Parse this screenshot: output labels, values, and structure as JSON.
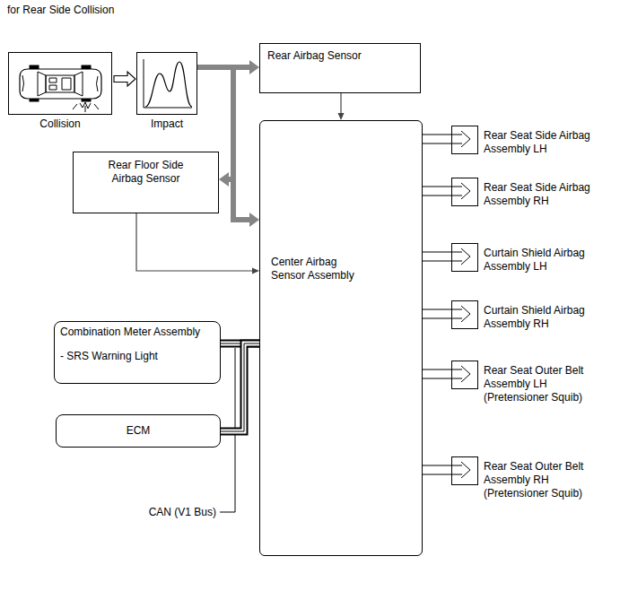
{
  "diagram": {
    "title": "for Rear Side Collision",
    "nodes": [
      {
        "text": [
          "Collision"
        ]
      },
      {
        "text": [
          "Impact"
        ]
      },
      {
        "text": [
          "Rear Airbag Sensor"
        ]
      },
      {
        "text": [
          "Rear Floor Side Airbag Sensor"
        ]
      },
      {
        "text": [
          "Center Airbag Sensor Assembly"
        ]
      },
      {
        "text": [
          "Combination Meter Assembly",
          "- SRS Warning Light"
        ]
      },
      {
        "text": [
          "ECM"
        ]
      },
      {
        "text": [
          "Rear Seat Side Airbag Assembly LH"
        ]
      },
      {
        "text": [
          "Rear Seat Side Airbag Assembly RH"
        ]
      },
      {
        "text": [
          "Curtain Shield Airbag Assembly LH"
        ]
      },
      {
        "text": [
          "Curtain Shield Airbag Assembly RH"
        ]
      },
      {
        "text": [
          "Rear Seat Outer Belt Assembly LH (Pretensioner Squib)"
        ]
      },
      {
        "text": [
          "Rear Seat Outer Belt Assembly RH (Pretensioner Squib)"
        ]
      }
    ],
    "edges": [
      {
        "from": 0,
        "to": 1,
        "arrow": "to"
      },
      {
        "from": 1,
        "to": 2,
        "arrow": "to"
      },
      {
        "from": 1,
        "to": 3,
        "arrow": "to"
      },
      {
        "from": 1,
        "to": 4,
        "arrow": "to"
      },
      {
        "from": 2,
        "to": 4,
        "arrow": "to"
      },
      {
        "from": 3,
        "to": 4,
        "arrow": "to"
      },
      {
        "from": 4,
        "to": 7,
        "arrow": "none"
      },
      {
        "from": 4,
        "to": 8,
        "arrow": "none"
      },
      {
        "from": 4,
        "to": 9,
        "arrow": "none"
      },
      {
        "from": 4,
        "to": 10,
        "arrow": "none"
      },
      {
        "from": 4,
        "to": 11,
        "arrow": "none"
      },
      {
        "from": 4,
        "to": 12,
        "arrow": "none"
      },
      {
        "from": 5,
        "to": 4,
        "arrow": "none"
      },
      {
        "from": 6,
        "to": 4,
        "arrow": "none"
      }
    ],
    "labels": [
      "CAN (V1 Bus)"
    ]
  }
}
